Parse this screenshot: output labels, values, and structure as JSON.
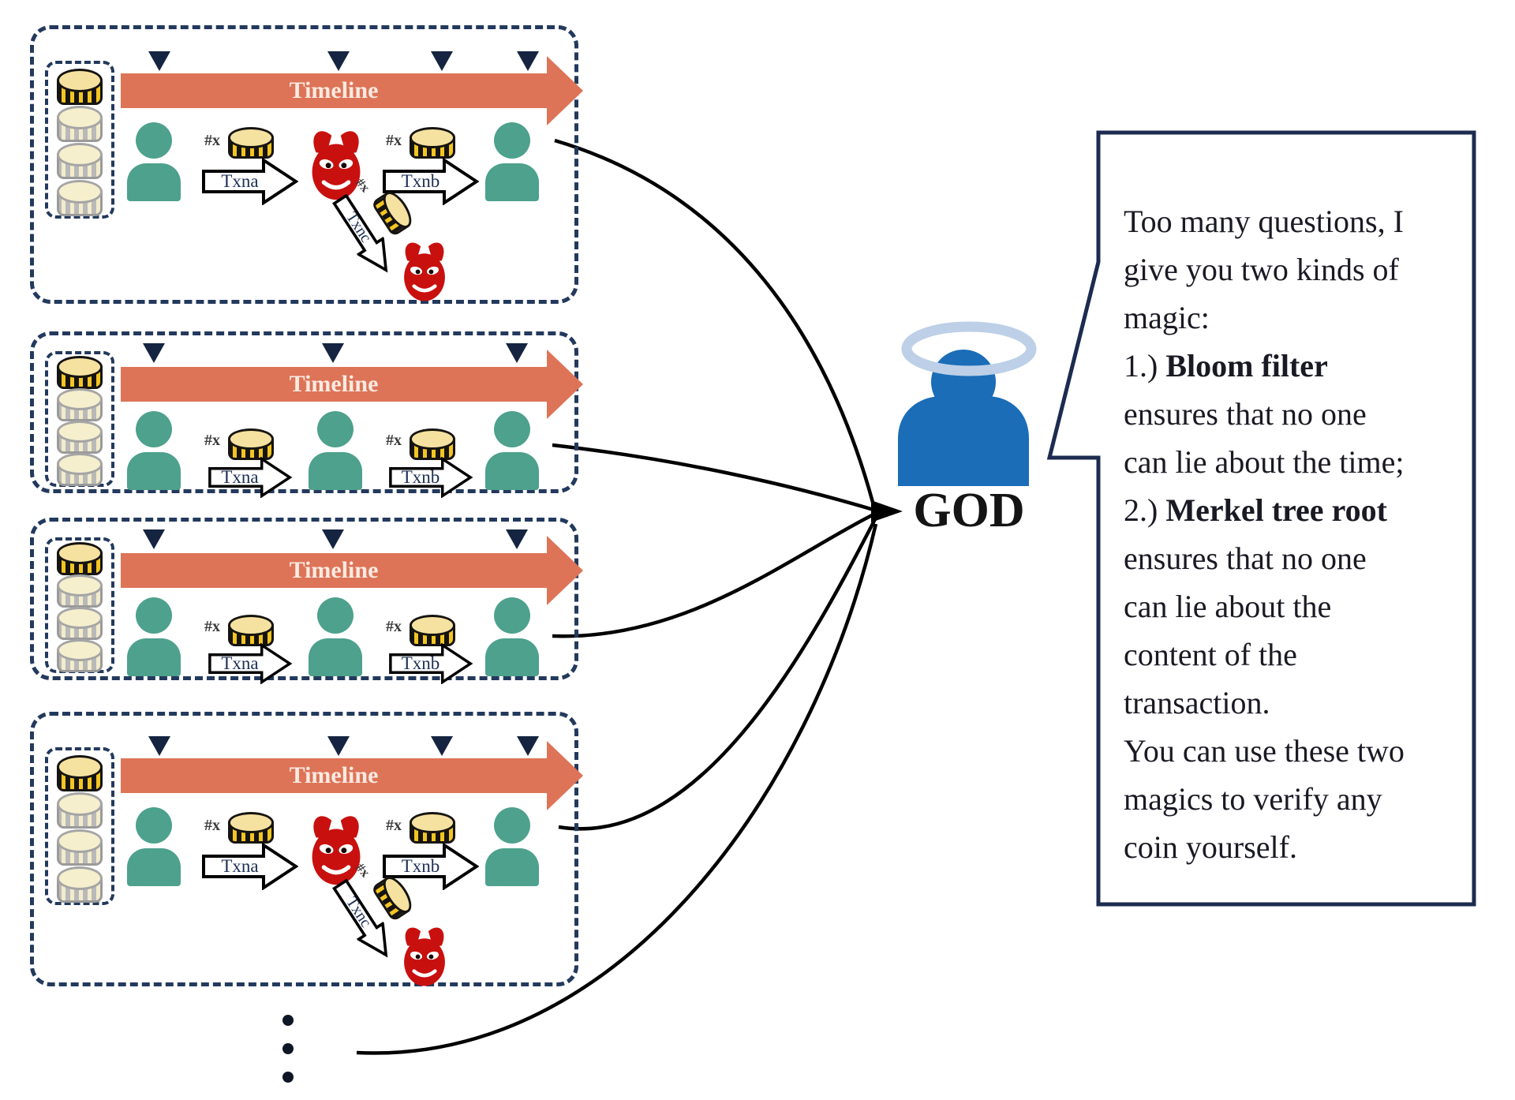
{
  "panels": [
    {
      "variant": "fraud",
      "timeline": "Timeline",
      "amount": "#x",
      "txna": "Txna",
      "txnb": "Txnb",
      "txnc": "Txnc"
    },
    {
      "variant": "honest",
      "timeline": "Timeline",
      "amount": "#x",
      "txna": "Txna",
      "txnb": "Txnb"
    },
    {
      "variant": "honest",
      "timeline": "Timeline",
      "amount": "#x",
      "txna": "Txna",
      "txnb": "Txnb"
    },
    {
      "variant": "fraud",
      "timeline": "Timeline",
      "amount": "#x",
      "txna": "Txna",
      "txnb": "Txnb",
      "txnc": "Txnc"
    }
  ],
  "god": {
    "label": "GOD"
  },
  "bubble": {
    "lines": [
      {
        "pre": "Too many questions, I"
      },
      {
        "pre": "give you two kinds of"
      },
      {
        "pre": "magic:"
      },
      {
        "pre": "1.) ",
        "bold": "Bloom filter"
      },
      {
        "pre": "ensures that no one"
      },
      {
        "pre": "can lie about the time;"
      },
      {
        "pre": "2.) ",
        "bold": "Merkel tree root"
      },
      {
        "pre": "ensures that no one"
      },
      {
        "pre": "can lie about the"
      },
      {
        "pre": "content of the"
      },
      {
        "pre": "transaction."
      },
      {
        "pre": "You can use these two"
      },
      {
        "pre": "magics to verify any"
      },
      {
        "pre": "coin yourself."
      }
    ]
  },
  "more_indicator": "vertical-ellipsis",
  "colors": {
    "timeline": "#dd7457",
    "timeline_text": "#fbeae2",
    "person_teal": "#4da18d",
    "devil_red": "#c8100f",
    "god_blue": "#1b6db8",
    "halo": "#bdd0e7",
    "panel_border": "#23395d",
    "coin_gold": "#f3c522",
    "coin_top": "#f6e2a0",
    "bubble_border": "#1c2b4f",
    "connector": "#000000"
  }
}
